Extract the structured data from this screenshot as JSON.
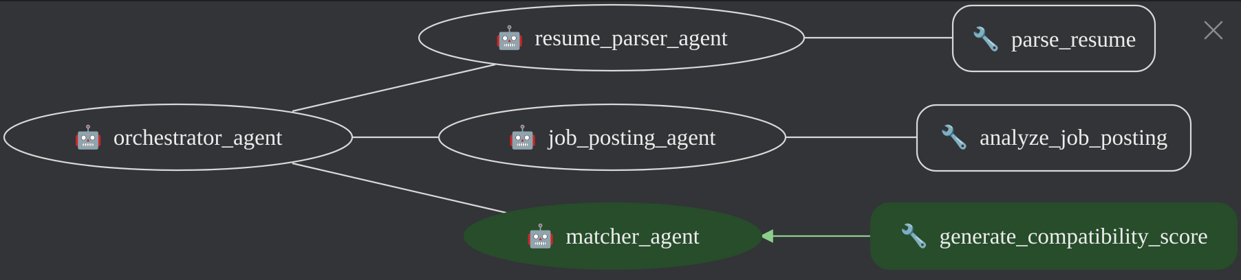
{
  "nodes": {
    "orchestrator": {
      "icon": "robot-icon",
      "emoji": "🤖",
      "label": "orchestrator_agent"
    },
    "resume_parser": {
      "icon": "robot-icon",
      "emoji": "🤖",
      "label": "resume_parser_agent"
    },
    "job_posting": {
      "icon": "robot-icon",
      "emoji": "🤖",
      "label": "job_posting_agent"
    },
    "matcher": {
      "icon": "robot-icon",
      "emoji": "🤖",
      "label": "matcher_agent"
    },
    "parse_resume": {
      "icon": "wrench-icon",
      "emoji": "🔧",
      "label": "parse_resume"
    },
    "analyze_job_posting": {
      "icon": "wrench-icon",
      "emoji": "🔧",
      "label": "analyze_job_posting"
    },
    "generate_compatibility_score": {
      "icon": "wrench-icon",
      "emoji": "🔧",
      "label": "generate_compatibility_score"
    }
  },
  "colors": {
    "background": "#333437",
    "node_stroke": "#d9d9d9",
    "highlight_fill": "#274d2b",
    "highlight_edge": "#8ccf8c",
    "text": "#ececec"
  },
  "close_icon": "close-icon"
}
